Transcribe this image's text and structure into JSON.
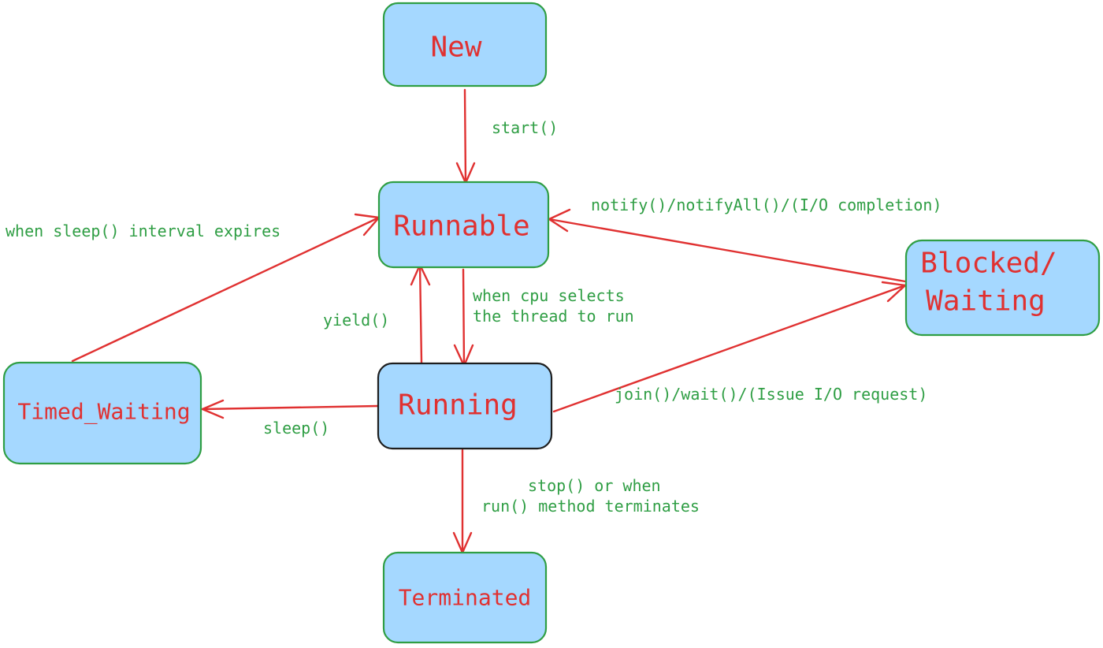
{
  "states": {
    "new": "New",
    "runnable": "Runnable",
    "running": "Running",
    "blocked_line1": "Blocked/",
    "blocked_line2": "Waiting",
    "timed_waiting": "Timed_Waiting",
    "terminated": "Terminated"
  },
  "transitions": {
    "start": "start()",
    "notify": "notify()/notifyAll()/(I/O completion)",
    "sleep_expires": "when sleep() interval expires",
    "cpu_selects_line1": "when cpu selects",
    "cpu_selects_line2": "the thread to run",
    "yield": "yield()",
    "sleep": "sleep()",
    "join_wait": "join()/wait()/(Issue I/O request)",
    "stop_line1": "stop() or when",
    "stop_line2": "run() method terminates"
  },
  "colors": {
    "box_fill": "#a5d8ff",
    "box_stroke": "#2f9e44",
    "state_text": "#e03131",
    "arrow": "#e03131",
    "label_text": "#2f9e44"
  }
}
